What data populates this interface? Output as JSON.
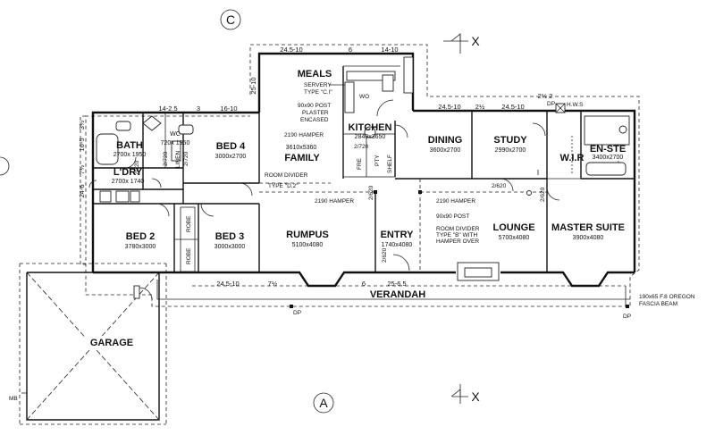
{
  "markers": {
    "top": "C",
    "bottom": "A",
    "left": "",
    "section_top": "X",
    "section_bottom": "X"
  },
  "rooms": {
    "meals": "MEALS",
    "kitchen": {
      "name": "KITCHEN",
      "dim": "2840x3650"
    },
    "family": {
      "name": "FAMILY",
      "dim": "3610x5360"
    },
    "bed4": {
      "name": "BED 4",
      "dim": "3000x2700"
    },
    "bath": {
      "name": "BATH",
      "dim": "2700x\n1950"
    },
    "ldry": {
      "name": "L'DRY",
      "dim": "2700x\n1740"
    },
    "wc": {
      "name": "WC",
      "dim": "720x\n1950"
    },
    "dining": {
      "name": "DINING",
      "dim": "3600x2700"
    },
    "study": {
      "name": "STUDY",
      "dim": "2990x2700"
    },
    "ensuite": {
      "name": "EN-STE",
      "dim": "3400x2700"
    },
    "wir": "W.I.R",
    "bed2": {
      "name": "BED 2",
      "dim": "3780x3000"
    },
    "bed3": {
      "name": "BED 3",
      "dim": "3000x3000"
    },
    "rumpus": {
      "name": "RUMPUS",
      "dim": "5100x4080"
    },
    "entry": {
      "name": "ENTRY",
      "dim": "1740x4080"
    },
    "lounge": {
      "name": "LOUNGE",
      "dim": "5700x4080"
    },
    "master": {
      "name": "MASTER SUITE",
      "dim": "3900x4080"
    },
    "garage": "GARAGE",
    "verandah": "VERANDAH"
  },
  "notes": {
    "servery": "SERVERY",
    "servery_type": "TYPE \"C.I\"",
    "post_plaster": "90x90 POST",
    "plaster": "PLASTER",
    "encased": "ENCASED",
    "hamper_family": "2190 HAMPER",
    "room_divider": "ROOM DIVIDER",
    "divider_type_d2": "TYPE \"D.2\"",
    "hamper_rumpus": "2190 HAMPER",
    "hamper_dining": "2190 HAMPER",
    "post_entry": "90x90 POST",
    "divider_entry": "ROOM DIVIDER",
    "divider_entry_type": "TYPE \"B\" WITH",
    "hamper_over": "HAMPER OVER",
    "fascia1": "190x65 F.8 OREGON",
    "fascia2": "FASCIA BEAM",
    "wo": "WO",
    "hws": "H.W.S",
    "pty": "PTY",
    "fre": "FRE",
    "shelf": "SHELF",
    "robe1": "ROBE",
    "robe2": "ROBE",
    "linen": "LINEN",
    "dp1": "DP",
    "dp2": "DP",
    "dp3": "DP",
    "mb": "MB",
    "door1": "2/620",
    "door2": "2/620",
    "door3": "2/620",
    "door4": "2/620",
    "door5": "2/720",
    "door6": "2/720",
    "door7": "2/720",
    "door8": "2/720"
  },
  "dimensions": {
    "top1": "24.5-10",
    "top2": "6",
    "top3": "14-10",
    "top_left1": "14-2.5",
    "top_left2": "3",
    "top_left3": "16-10",
    "top_mid1": "24.5-10",
    "top_mid2": "2½",
    "top_mid3": "24.5-10",
    "top_right": "2½ 2",
    "meals_side": "25-10",
    "bottom1": "24.5-10",
    "bottom2": "7½",
    "bottom3": "6",
    "bottom4": "25-6.5",
    "left1": "3½",
    "left2": "16-5",
    "left3": "7½",
    "left4": "24-6"
  }
}
